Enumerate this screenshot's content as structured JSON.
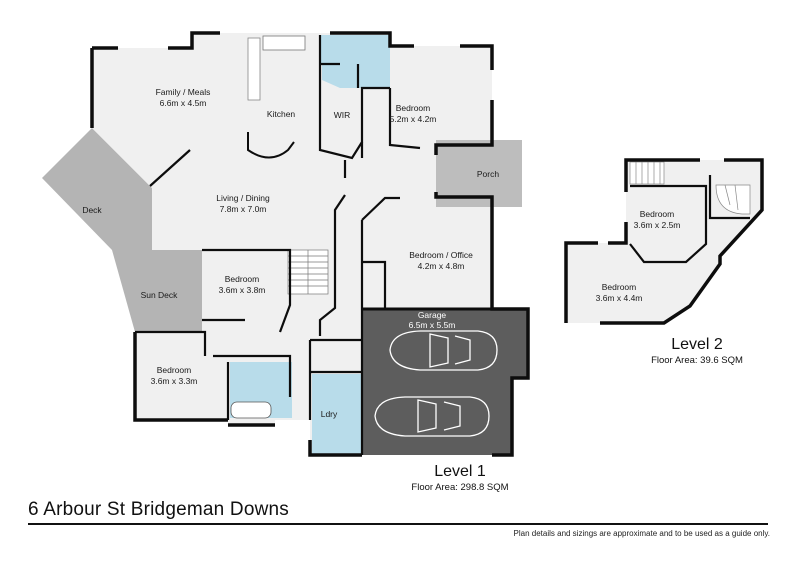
{
  "colors": {
    "wall": "#0d0d0d",
    "floor": "#f0f0f0",
    "deck": "#b4b4b4",
    "garage": "#5d5d5d",
    "wet_area": "#b8dcea",
    "porch": "#bdbdbd"
  },
  "level1": {
    "title": "Level 1",
    "area": "Floor Area: 298.8 SQM",
    "rooms": {
      "family": {
        "name": "Family / Meals",
        "size": "6.6m x 4.5m"
      },
      "kitchen": {
        "name": "Kitchen"
      },
      "wir": {
        "name": "WIR"
      },
      "master": {
        "name": "Bedroom",
        "size": "5.2m x 4.2m"
      },
      "porch": {
        "name": "Porch"
      },
      "deck": {
        "name": "Deck"
      },
      "living": {
        "name": "Living / Dining",
        "size": "7.8m x 7.0m"
      },
      "office": {
        "name": "Bedroom / Office",
        "size": "4.2m x 4.8m"
      },
      "sundeck": {
        "name": "Sun Deck"
      },
      "bed3": {
        "name": "Bedroom",
        "size": "3.6m x 3.8m"
      },
      "garage": {
        "name": "Garage",
        "size": "6.5m x 5.5m"
      },
      "bed4": {
        "name": "Bedroom",
        "size": "3.6m x 3.3m"
      },
      "laundry": {
        "name": "Ldry"
      }
    }
  },
  "level2": {
    "title": "Level 2",
    "area": "Floor Area: 39.6 SQM",
    "rooms": {
      "bed_small": {
        "name": "Bedroom",
        "size": "3.6m x 2.5m"
      },
      "bed_large": {
        "name": "Bedroom",
        "size": "3.6m x 4.4m"
      }
    }
  },
  "address": "6 Arbour St Bridgeman Downs",
  "disclaimer": "Plan details and sizings are approximate and to be used as a guide only."
}
